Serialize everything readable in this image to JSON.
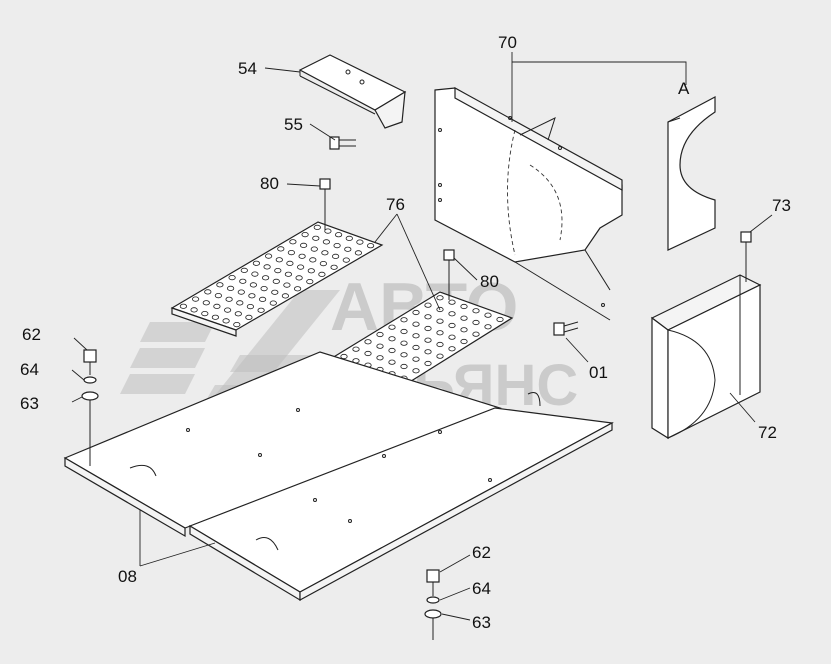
{
  "diagram": {
    "callouts": [
      {
        "id": "c54",
        "text": "54"
      },
      {
        "id": "c55",
        "text": "55"
      },
      {
        "id": "c70",
        "text": "70"
      },
      {
        "id": "cA",
        "text": "A"
      },
      {
        "id": "c80a",
        "text": "80"
      },
      {
        "id": "c76",
        "text": "76"
      },
      {
        "id": "c80b",
        "text": "80"
      },
      {
        "id": "c73",
        "text": "73"
      },
      {
        "id": "c62a",
        "text": "62"
      },
      {
        "id": "c64a",
        "text": "64"
      },
      {
        "id": "c63a",
        "text": "63"
      },
      {
        "id": "c01",
        "text": "01"
      },
      {
        "id": "c72",
        "text": "72"
      },
      {
        "id": "c08",
        "text": "08"
      },
      {
        "id": "c62b",
        "text": "62"
      },
      {
        "id": "c64b",
        "text": "64"
      },
      {
        "id": "c63b",
        "text": "63"
      }
    ]
  },
  "watermark": {
    "line1": "АВТО",
    "line2": "АЛЬЯНС"
  }
}
